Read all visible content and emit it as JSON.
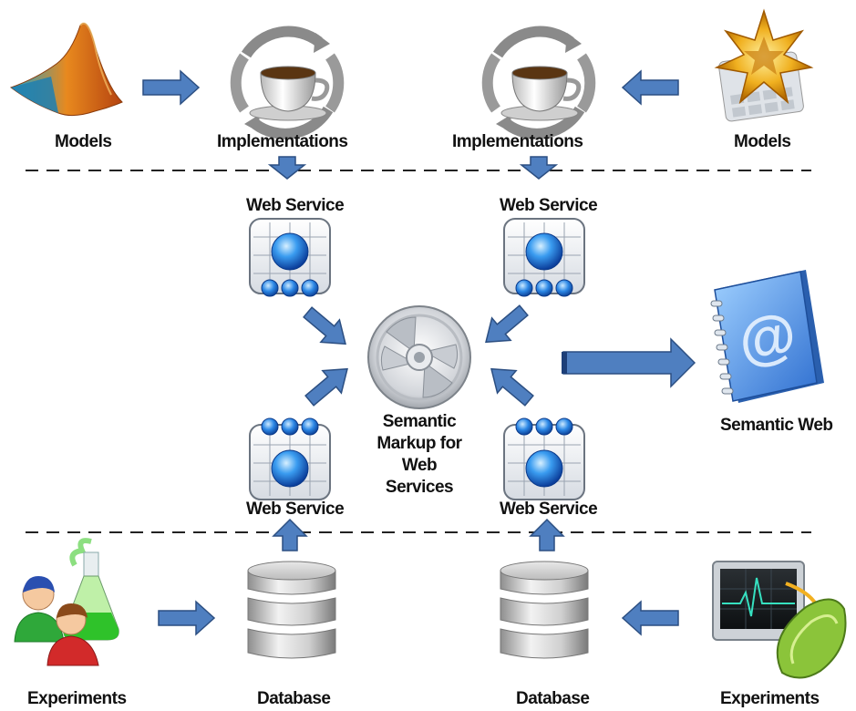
{
  "labels": {
    "models_left": "Models",
    "impl_left": "Implementations",
    "impl_right": "Implementations",
    "models_right": "Models",
    "ws_top_left": "Web Service",
    "ws_top_right": "Web Service",
    "ws_bottom_left": "Web Service",
    "ws_bottom_right": "Web Service",
    "center_line1": "Semantic",
    "center_line2": "Markup for",
    "center_line3": "Web",
    "center_line4": "Services",
    "semantic_web": "Semantic Web",
    "experiments_left": "Experiments",
    "database_left": "Database",
    "database_right": "Database",
    "experiments_right": "Experiments"
  },
  "icons": {
    "models_left": "matlab-membrane-icon",
    "impl": "java-coffee-cup-refresh-icon",
    "models_right": "mathematica-star-icon",
    "web_service": "web-service-grid-icon",
    "center": "semantic-markup-disc-icon",
    "semantic_web": "address-book-at-icon",
    "experiments_left": "users-flask-icon",
    "database": "database-cylinder-icon",
    "experiments_right": "monitor-waveform-icon"
  },
  "colors": {
    "arrow": "#4f7fc0",
    "arrow_stroke": "#2c4f82",
    "dashed_line": "#222222"
  }
}
